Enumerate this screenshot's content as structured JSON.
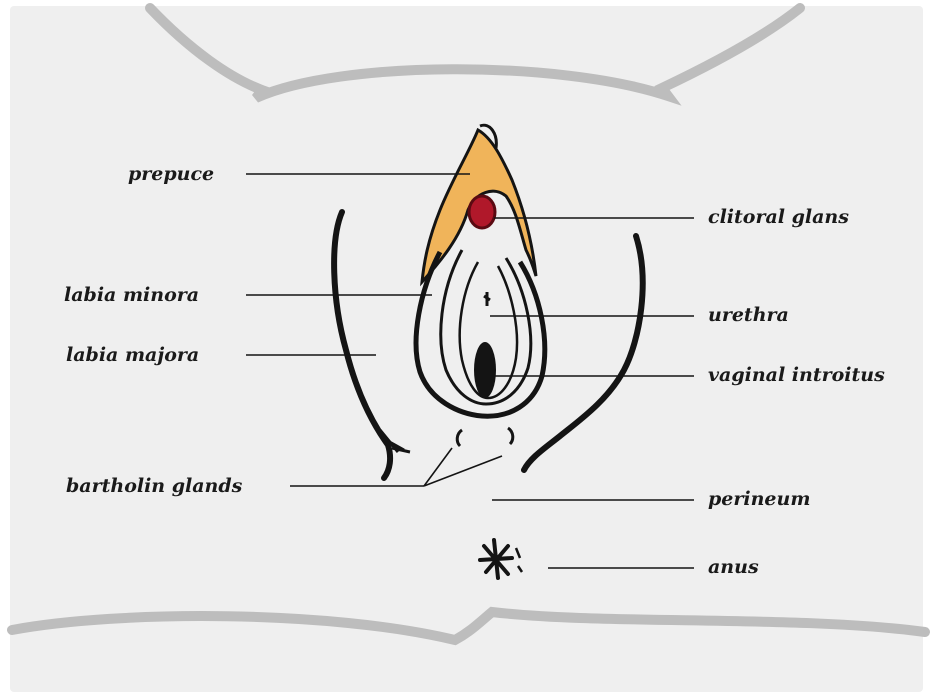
{
  "colors": {
    "panel": "#efefef",
    "outline": "#bdbdbd",
    "ink": "#141414",
    "prepuce": "#f0b45a",
    "clitoral_glans": "#b0182a",
    "glans_rim": "#5a0a12"
  },
  "labels": {
    "prepuce": "prepuce",
    "clitoral_glans": "clitoral glans",
    "labia_minora": "labia minora",
    "urethra": "urethra",
    "labia_majora": "labia majora",
    "vaginal_introitus": "vaginal introitus",
    "bartholin_glands": "bartholin glands",
    "perineum": "perineum",
    "anus": "anus"
  }
}
